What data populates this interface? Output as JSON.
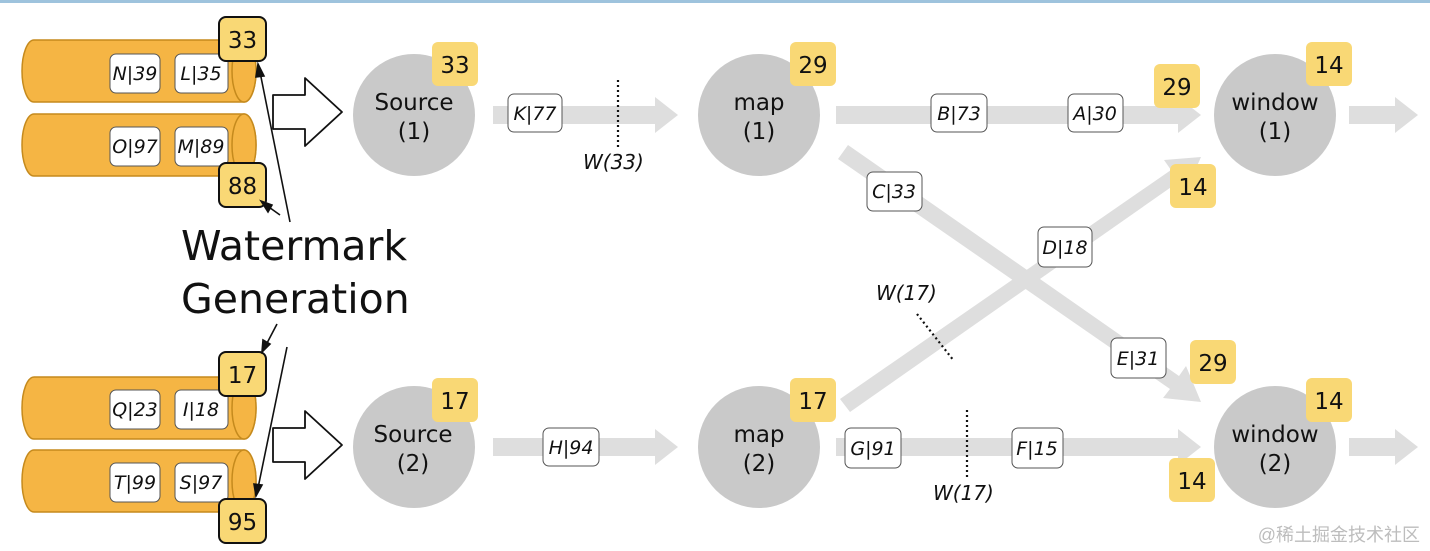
{
  "caption": "Watermark Generation",
  "caption_lines": [
    "Watermark",
    "Generation"
  ],
  "credit": "@稀土掘金技术社区",
  "colors": {
    "partition": "#f5b544",
    "partition_edge": "#c58a1d",
    "badge": "#f9d875",
    "node": "#c9c9c9",
    "arrow": "#dedede",
    "top_bar": "#9ec3dd"
  },
  "partitions": [
    {
      "events": [
        "N|39",
        "L|35"
      ],
      "watermark": "33"
    },
    {
      "events": [
        "O|97",
        "M|89"
      ],
      "watermark": "88"
    },
    {
      "events": [
        "Q|23",
        "I|18"
      ],
      "watermark": "17"
    },
    {
      "events": [
        "T|99",
        "S|97"
      ],
      "watermark": "95"
    }
  ],
  "nodes": [
    {
      "name": "Source",
      "index": "(1)",
      "watermark": "33"
    },
    {
      "name": "Source",
      "index": "(2)",
      "watermark": "17"
    },
    {
      "name": "map",
      "index": "(1)",
      "watermark": "29"
    },
    {
      "name": "map",
      "index": "(2)",
      "watermark": "17"
    },
    {
      "name": "window",
      "index": "(1)",
      "watermark": "14"
    },
    {
      "name": "window",
      "index": "(2)",
      "watermark": "14"
    }
  ],
  "events": [
    {
      "label": "K|77"
    },
    {
      "label": "H|94"
    },
    {
      "label": "B|73"
    },
    {
      "label": "A|30"
    },
    {
      "label": "C|33"
    },
    {
      "label": "D|18"
    },
    {
      "label": "E|31"
    },
    {
      "label": "G|91"
    },
    {
      "label": "F|15"
    }
  ],
  "channel_watermarks": [
    {
      "value": "29"
    },
    {
      "value": "14"
    },
    {
      "value": "29"
    },
    {
      "value": "14"
    }
  ],
  "watermark_markers": [
    {
      "label": "W(33)"
    },
    {
      "label": "W(17)"
    },
    {
      "label": "W(17)"
    }
  ]
}
